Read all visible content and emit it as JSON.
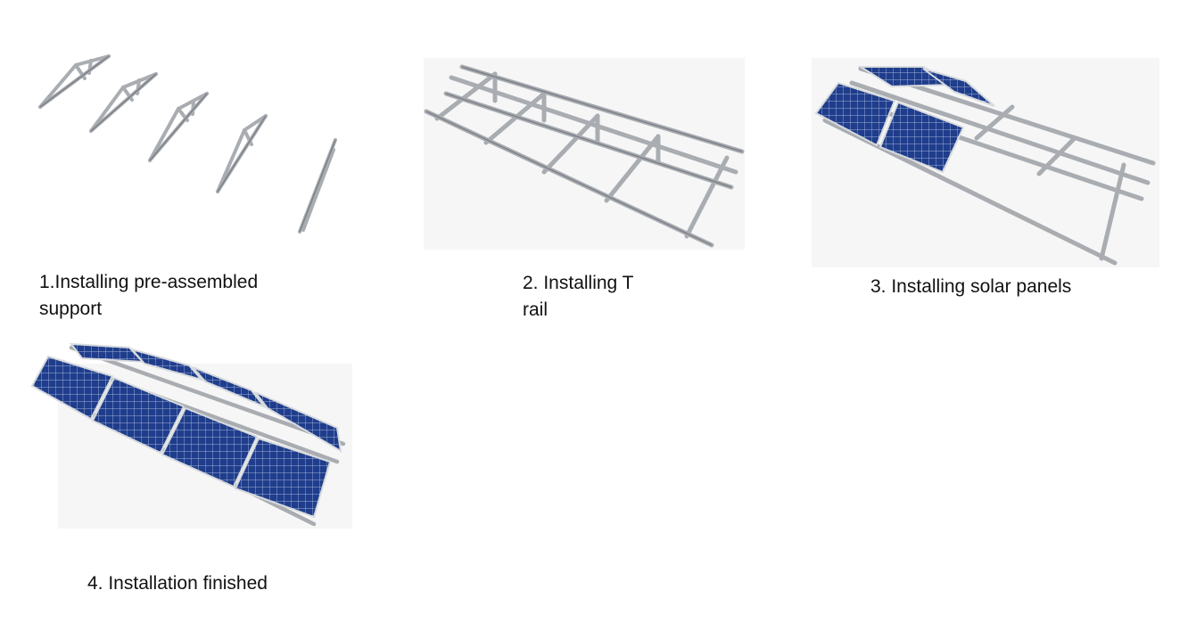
{
  "steps": [
    {
      "number": 1,
      "caption": "1.Installing pre-assembled\nsupport"
    },
    {
      "number": 2,
      "caption": "2.  Installing T\nrail"
    },
    {
      "number": 3,
      "caption": "3. Installing solar panels"
    },
    {
      "number": 4,
      "caption": "4. Installation finished"
    }
  ],
  "colors": {
    "aluminum": "#a9adb2",
    "aluminum_dark": "#7d8288",
    "panel_blue": "#1f3d8c",
    "panel_cell_line": "#c9d3ee",
    "panel_frame": "#d7dadd"
  }
}
